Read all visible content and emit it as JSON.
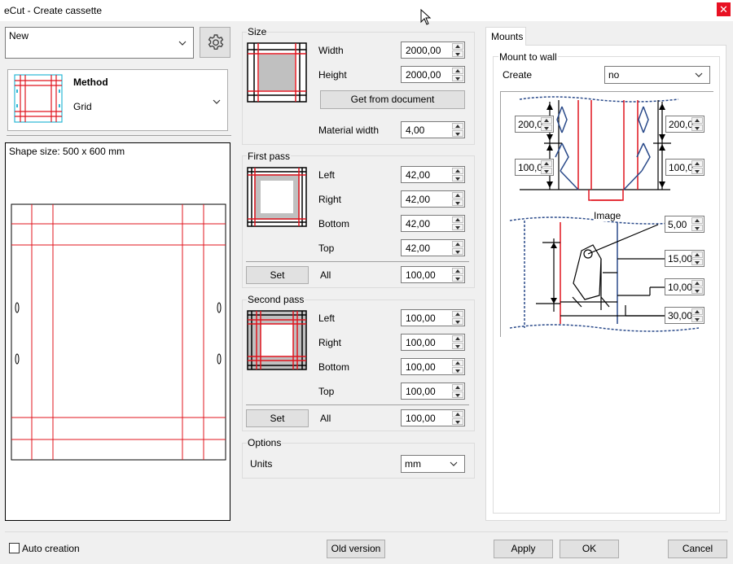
{
  "window": {
    "title": "eCut - Create cassette",
    "close_glyph": "✕"
  },
  "preset": {
    "value": "New"
  },
  "method": {
    "title": "Method",
    "value": "Grid"
  },
  "shape": {
    "size_label": "Shape size: 500 x 600 mm"
  },
  "size": {
    "group_title": "Size",
    "width_label": "Width",
    "width_value": "2000,00",
    "height_label": "Height",
    "height_value": "2000,00",
    "get_from_document": "Get from document",
    "material_width_label": "Material width",
    "material_width_value": "4,00"
  },
  "first_pass": {
    "group_title": "First pass",
    "left_label": "Left",
    "left_value": "42,00",
    "right_label": "Right",
    "right_value": "42,00",
    "bottom_label": "Bottom",
    "bottom_value": "42,00",
    "top_label": "Top",
    "top_value": "42,00",
    "set_label": "Set",
    "all_label": "All",
    "all_value": "100,00"
  },
  "second_pass": {
    "group_title": "Second pass",
    "left_label": "Left",
    "left_value": "100,00",
    "right_label": "Right",
    "right_value": "100,00",
    "bottom_label": "Bottom",
    "bottom_value": "100,00",
    "top_label": "Top",
    "top_value": "100,00",
    "set_label": "Set",
    "all_label": "All",
    "all_value": "100,00"
  },
  "options": {
    "group_title": "Options",
    "units_label": "Units",
    "units_value": "mm"
  },
  "mounts": {
    "tab_label": "Mounts",
    "group_title": "Mount to wall",
    "create_label": "Create",
    "create_value": "no",
    "image_label": "Image",
    "field_tl": "200,0",
    "field_tr": "200,0",
    "field_ml": "100,0",
    "field_mr": "100,0",
    "field_a": "5,00",
    "field_b": "15,00",
    "field_c": "10,00",
    "field_d": "30,00"
  },
  "footer": {
    "auto_creation": "Auto creation",
    "old_version": "Old version",
    "apply": "Apply",
    "ok": "OK",
    "cancel": "Cancel"
  },
  "colors": {
    "accent_red": "#e0141e",
    "cyan": "#2ab7d6",
    "drawing_blue": "#2a4a8a"
  },
  "icons": {
    "settings": "gear-icon",
    "dropdown": "chevron-down-icon",
    "close": "close-icon"
  }
}
